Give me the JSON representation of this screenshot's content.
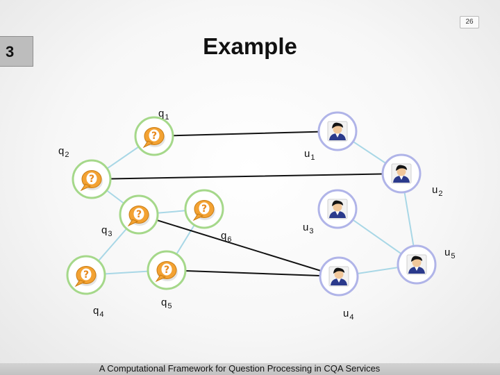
{
  "slide": {
    "page_number": "26",
    "section_number": "3",
    "title": "Example",
    "footer": "A Computational Framework for Question Processing in CQA Services"
  },
  "diagram": {
    "question_nodes": [
      {
        "id": "q1",
        "base": "q",
        "sub": "1",
        "icon": "question-bubble-icon"
      },
      {
        "id": "q2",
        "base": "q",
        "sub": "2",
        "icon": "question-bubble-icon"
      },
      {
        "id": "q3",
        "base": "q",
        "sub": "3",
        "icon": "question-bubble-icon"
      },
      {
        "id": "q4",
        "base": "q",
        "sub": "4",
        "icon": "question-bubble-icon"
      },
      {
        "id": "q5",
        "base": "q",
        "sub": "5",
        "icon": "question-bubble-icon"
      },
      {
        "id": "q6",
        "base": "q",
        "sub": "6",
        "icon": "question-bubble-icon"
      }
    ],
    "user_nodes": [
      {
        "id": "u1",
        "base": "u",
        "sub": "1",
        "icon": "user-avatar-icon"
      },
      {
        "id": "u2",
        "base": "u",
        "sub": "2",
        "icon": "user-avatar-icon"
      },
      {
        "id": "u3",
        "base": "u",
        "sub": "3",
        "icon": "user-avatar-icon"
      },
      {
        "id": "u4",
        "base": "u",
        "sub": "4",
        "icon": "user-avatar-icon"
      },
      {
        "id": "u5",
        "base": "u",
        "sub": "5",
        "icon": "user-avatar-icon"
      }
    ],
    "similarity_edges": [
      [
        "q1",
        "q2"
      ],
      [
        "q2",
        "q3"
      ],
      [
        "q3",
        "q4"
      ],
      [
        "q3",
        "q6"
      ],
      [
        "q4",
        "q5"
      ],
      [
        "q5",
        "q6"
      ]
    ],
    "user_edges": [
      [
        "u1",
        "u2"
      ],
      [
        "u3",
        "u5"
      ],
      [
        "u2",
        "u5"
      ],
      [
        "u4",
        "u5"
      ]
    ],
    "answer_edges": [
      [
        "q1",
        "u1"
      ],
      [
        "q2",
        "u2"
      ],
      [
        "q3",
        "u4"
      ],
      [
        "q5",
        "u4"
      ]
    ],
    "colors": {
      "question_ring": "#a5d88a",
      "question_bubble": "#f3a233",
      "user_ring": "#b0b4e8",
      "similarity_edge": "#a8d7e6",
      "answer_edge": "#111111"
    }
  }
}
